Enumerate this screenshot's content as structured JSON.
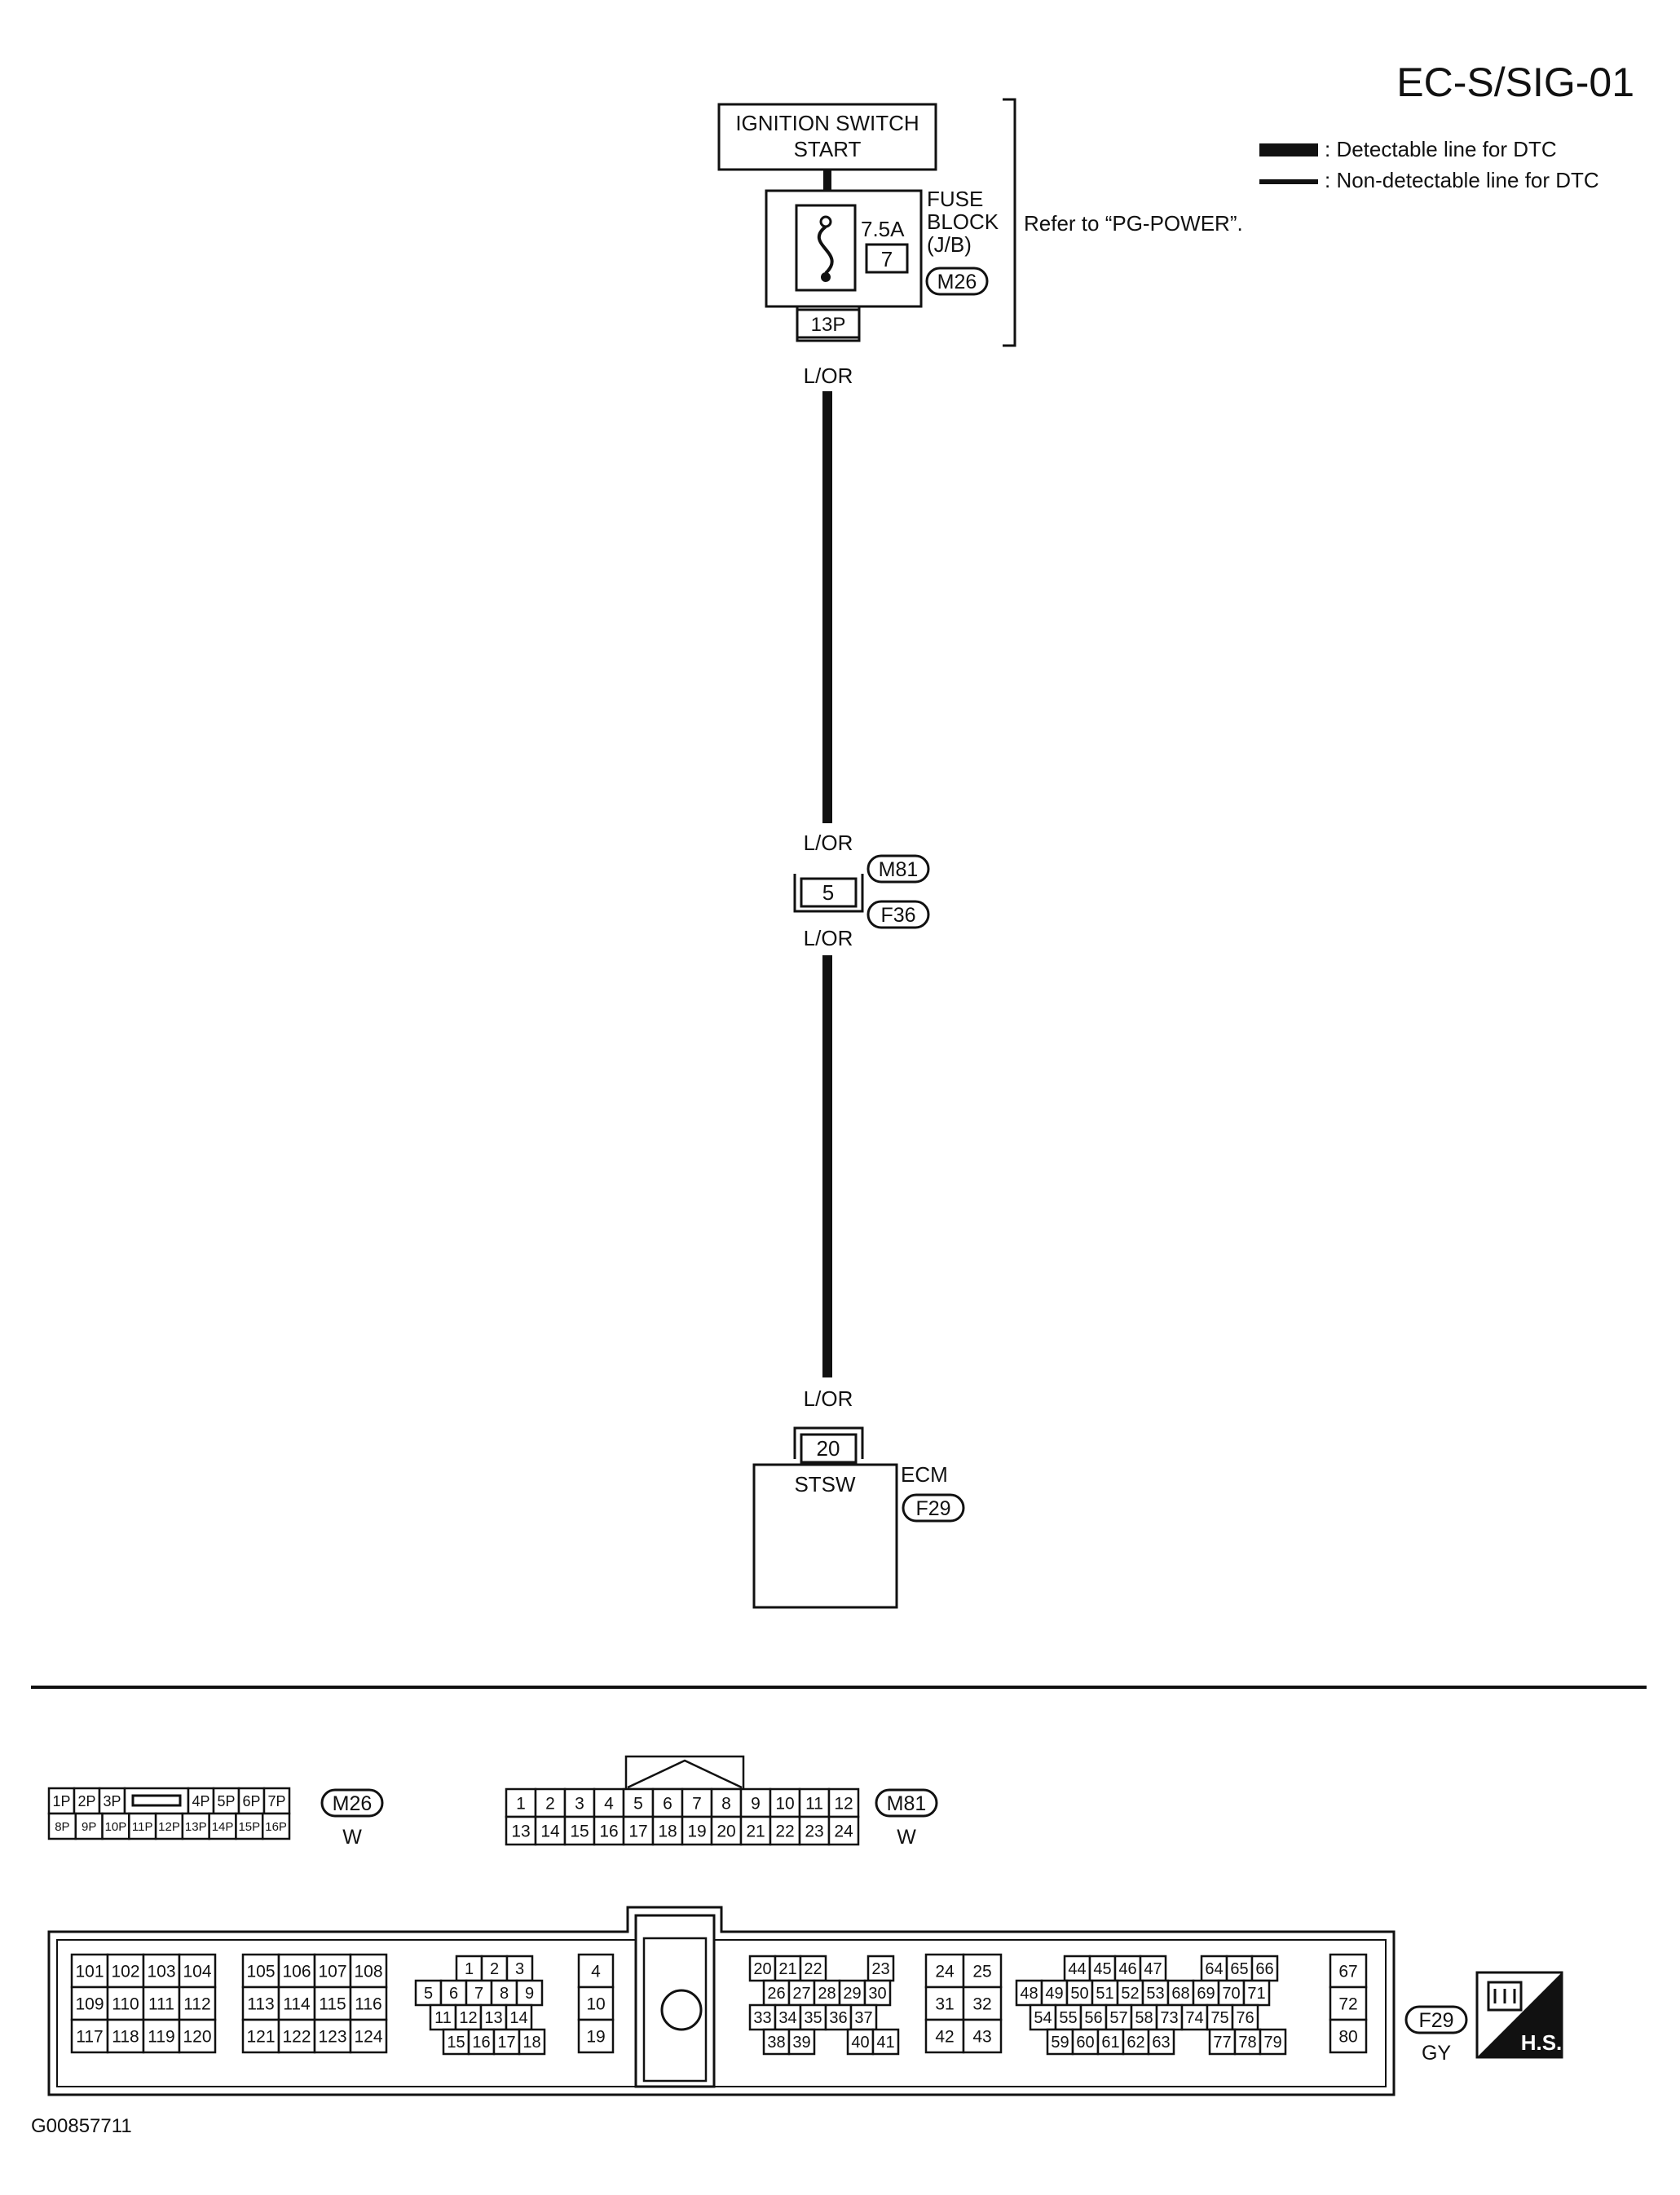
{
  "page_code": "EC-S/SIG-01",
  "figure_code": "G00857711",
  "legend": {
    "detectable": ": Detectable line for DTC",
    "non_detectable": ": Non-detectable line for DTC"
  },
  "ignition_switch": {
    "line1": "IGNITION SWITCH",
    "line2": "START"
  },
  "fuse_block": {
    "line1": "FUSE",
    "line2": "BLOCK",
    "line3": "(J/B)",
    "rating": "7.5A",
    "fuse_number": "7",
    "connector": "M26",
    "terminal": "13P"
  },
  "reference": "Refer to “PG-POWER”.",
  "wire_color": "L/OR",
  "joint_connector": {
    "terminal": "5",
    "upper": "M81",
    "lower": "F36"
  },
  "ecm": {
    "terminal": "20",
    "signal": "STSW",
    "name": "ECM",
    "connector": "F29"
  },
  "connector_m26": {
    "id": "M26",
    "color": "W",
    "top_row": [
      "1P",
      "2P",
      "3P",
      "",
      "4P",
      "5P",
      "6P",
      "7P"
    ],
    "bottom_row": [
      "8P",
      "9P",
      "10P",
      "11P",
      "12P",
      "13P",
      "14P",
      "15P",
      "16P"
    ]
  },
  "connector_m81": {
    "id": "M81",
    "color": "W",
    "top_row": [
      "1",
      "2",
      "3",
      "4",
      "5",
      "6",
      "7",
      "8",
      "9",
      "10",
      "11",
      "12"
    ],
    "bottom_row": [
      "13",
      "14",
      "15",
      "16",
      "17",
      "18",
      "19",
      "20",
      "21",
      "22",
      "23",
      "24"
    ]
  },
  "connector_f29": {
    "id": "F29",
    "color": "GY",
    "block_a": [
      [
        "101",
        "102",
        "103",
        "104"
      ],
      [
        "109",
        "110",
        "111",
        "112"
      ],
      [
        "117",
        "118",
        "119",
        "120"
      ]
    ],
    "block_b": [
      [
        "105",
        "106",
        "107",
        "108"
      ],
      [
        "113",
        "114",
        "115",
        "116"
      ],
      [
        "121",
        "122",
        "123",
        "124"
      ]
    ],
    "block_c": [
      [
        "1",
        "2",
        "3"
      ],
      [
        "5",
        "6",
        "7",
        "8",
        "9"
      ],
      [
        "11",
        "12",
        "13",
        "14"
      ],
      [
        "15",
        "16",
        "17",
        "18"
      ]
    ],
    "block_d": [
      "4",
      "10",
      "19"
    ],
    "block_e": [
      [
        "20",
        "21",
        "22",
        "23"
      ],
      [
        "26",
        "27",
        "28",
        "29",
        "30"
      ],
      [
        "33",
        "34",
        "35",
        "36",
        "37"
      ],
      [
        "38",
        "39",
        "40",
        "41"
      ]
    ],
    "block_f": [
      [
        "24",
        "25"
      ],
      [
        "31",
        "32"
      ],
      [
        "42",
        "43"
      ]
    ],
    "block_g": [
      [
        "44",
        "45",
        "46",
        "47",
        "64",
        "65",
        "66"
      ],
      [
        "48",
        "49",
        "50",
        "51",
        "52",
        "53",
        "68",
        "69",
        "70",
        "71"
      ],
      [
        "54",
        "55",
        "56",
        "57",
        "58",
        "73",
        "74",
        "75",
        "76"
      ],
      [
        "59",
        "60",
        "61",
        "62",
        "63",
        "77",
        "78",
        "79"
      ]
    ],
    "block_h": [
      "67",
      "72",
      "80"
    ]
  },
  "hs_badge": "H.S."
}
